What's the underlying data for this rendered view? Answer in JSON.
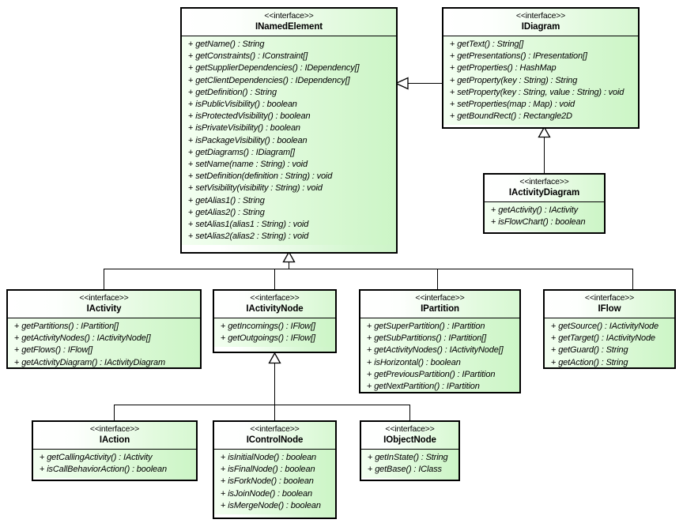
{
  "diagram": {
    "type": "uml-class-diagram",
    "stereotype_label": "<<interface>>",
    "visibility_public": "+",
    "classes": [
      {
        "id": "INamedElement",
        "name": "INamedElement",
        "stereotype": "<<interface>>",
        "members": [
          "getName() : String",
          "getConstraints() : IConstraint[]",
          "getSupplierDependencies() : IDependency[]",
          "getClientDependencies() : IDependency[]",
          "getDefinition() : String",
          "isPublicVisibility() : boolean",
          "isProtectedVisibility() : boolean",
          "isPrivateVisibility() : boolean",
          "isPackageVisibility() : boolean",
          "getDiagrams() : IDiagram[]",
          "setName(name : String) : void",
          "setDefinition(definition : String) : void",
          "setVisibility(visibility : String) : void",
          "getAlias1() : String",
          "getAlias2() : String",
          "setAlias1(alias1 : String) : void",
          "setAlias2(alias2 : String) : void"
        ]
      },
      {
        "id": "IDiagram",
        "name": "IDiagram",
        "stereotype": "<<interface>>",
        "members": [
          "getText() : String[]",
          "getPresentations() : IPresentation[]",
          "getProperties() : HashMap",
          "getProperty(key : String) : String",
          "setProperty(key : String, value : String) : void",
          "setProperties(map : Map) : void",
          "getBoundRect() : Rectangle2D"
        ]
      },
      {
        "id": "IActivityDiagram",
        "name": "IActivityDiagram",
        "stereotype": "<<interface>>",
        "members": [
          "getActivity() : IActivity",
          "isFlowChart() : boolean"
        ]
      },
      {
        "id": "IActivity",
        "name": "IActivity",
        "stereotype": "<<interface>>",
        "members": [
          "getPartitions() : IPartition[]",
          "getActivityNodes() : IActivityNode[]",
          "getFlows() : IFlow[]",
          "getActivityDiagram() : IActivityDiagram"
        ]
      },
      {
        "id": "IActivityNode",
        "name": "IActivityNode",
        "stereotype": "<<interface>>",
        "members": [
          "getIncomings() : IFlow[]",
          "getOutgoings() : IFlow[]"
        ]
      },
      {
        "id": "IPartition",
        "name": "IPartition",
        "stereotype": "<<interface>>",
        "members": [
          "getSuperPartition() : IPartition",
          "getSubPartitions() : IPartition[]",
          "getActivityNodes() : IActivityNode[]",
          "isHorizontal() : boolean",
          "getPreviousPartition() : IPartition",
          "getNextPartition() : IPartition"
        ]
      },
      {
        "id": "IFlow",
        "name": "IFlow",
        "stereotype": "<<interface>>",
        "members": [
          "getSource() : IActivityNode",
          "getTarget() : IActivityNode",
          "getGuard() : String",
          "getAction() : String"
        ]
      },
      {
        "id": "IAction",
        "name": "IAction",
        "stereotype": "<<interface>>",
        "members": [
          "getCallingActivity() : IActivity",
          "isCallBehaviorAction() : boolean"
        ]
      },
      {
        "id": "IControlNode",
        "name": "IControlNode",
        "stereotype": "<<interface>>",
        "members": [
          "isInitialNode() : boolean",
          "isFinalNode() : boolean",
          "isForkNode() : boolean",
          "isJoinNode() : boolean",
          "isMergeNode() : boolean"
        ]
      },
      {
        "id": "IObjectNode",
        "name": "IObjectNode",
        "stereotype": "<<interface>>",
        "members": [
          "getInState() : String",
          "getBase() : IClass"
        ]
      }
    ],
    "generalizations": [
      {
        "from": "IDiagram",
        "to": "INamedElement",
        "direction": "left"
      },
      {
        "from": "IActivityDiagram",
        "to": "IDiagram",
        "direction": "up"
      },
      {
        "from": "IActivity",
        "to": "INamedElement",
        "direction": "up"
      },
      {
        "from": "IActivityNode",
        "to": "INamedElement",
        "direction": "up"
      },
      {
        "from": "IPartition",
        "to": "INamedElement",
        "direction": "up"
      },
      {
        "from": "IFlow",
        "to": "INamedElement",
        "direction": "up"
      },
      {
        "from": "IAction",
        "to": "IActivityNode",
        "direction": "up"
      },
      {
        "from": "IControlNode",
        "to": "IActivityNode",
        "direction": "up"
      },
      {
        "from": "IObjectNode",
        "to": "IActivityNode",
        "direction": "up"
      }
    ],
    "colors": {
      "box_fill": "#ccf5c6",
      "box_fill_light": "#ffffff",
      "border": "#000000",
      "background": "#ffffff"
    }
  }
}
